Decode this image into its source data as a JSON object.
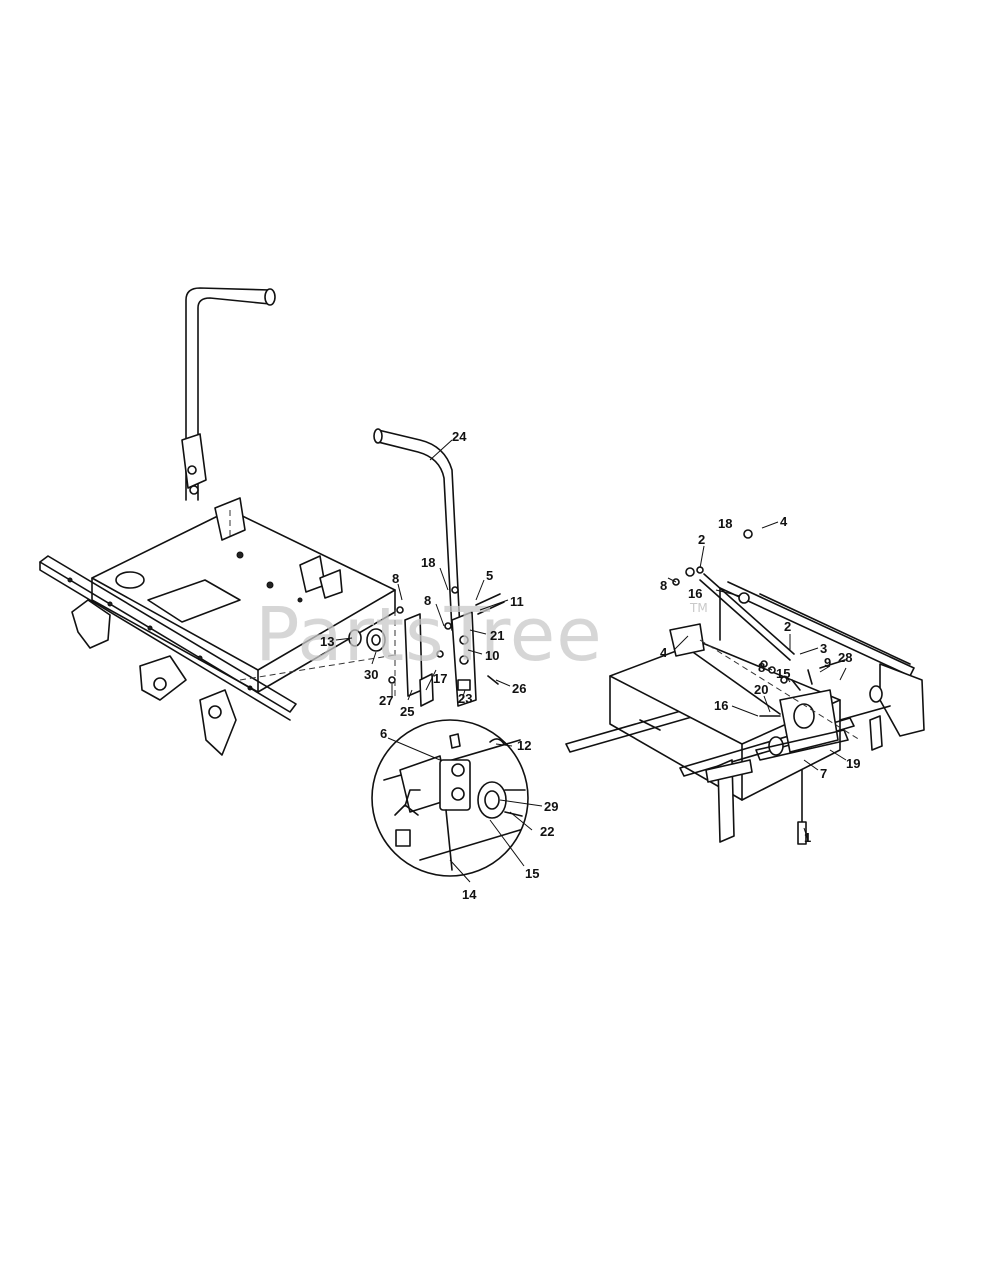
{
  "watermark": {
    "text": "PartsTree",
    "tm": "TM"
  },
  "callouts": {
    "c24": "24",
    "c18a": "18",
    "c8a": "8",
    "c8b": "8",
    "c5": "5",
    "c11": "11",
    "c21": "21",
    "c13": "13",
    "c10": "10",
    "c30": "30",
    "c17": "17",
    "c23": "23",
    "c26": "26",
    "c27": "27",
    "c25": "25",
    "c6": "6",
    "c12": "12",
    "c29": "29",
    "c22": "22",
    "c15a": "15",
    "c14": "14",
    "c18b": "18",
    "c4a": "4",
    "c2a": "2",
    "c8c": "8",
    "c16a": "16",
    "c4b": "4",
    "c2b": "2",
    "c3": "3",
    "c9": "9",
    "c28": "28",
    "c8d": "8",
    "c15b": "15",
    "c20": "20",
    "c16b": "16",
    "c7": "7",
    "c19": "19",
    "c1": "1"
  }
}
